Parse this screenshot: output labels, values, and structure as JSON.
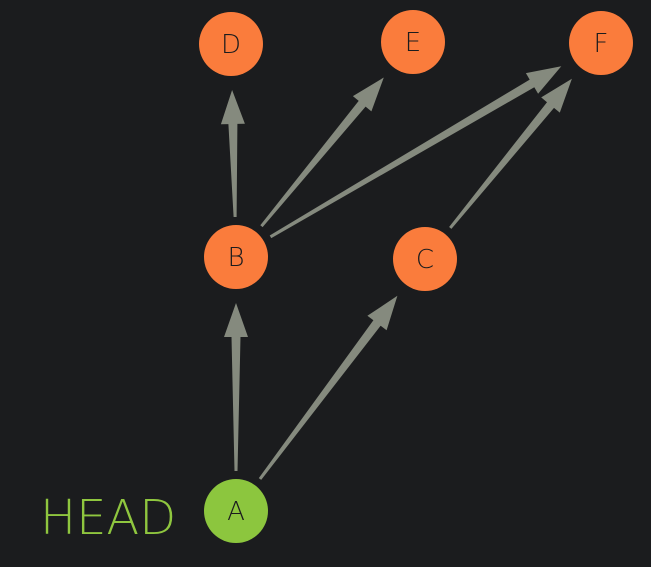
{
  "colors": {
    "background": "#1b1c1e",
    "commit": "#fa7c3c",
    "head_commit": "#8cc63e",
    "edge": "#858a7e",
    "head_label": "#8fc63f",
    "node_text": "#1b1c1e"
  },
  "head_label": "HEAD",
  "nodes": [
    {
      "id": "A",
      "label": "A",
      "is_head": true
    },
    {
      "id": "B",
      "label": "B",
      "is_head": false
    },
    {
      "id": "C",
      "label": "C",
      "is_head": false
    },
    {
      "id": "D",
      "label": "D",
      "is_head": false
    },
    {
      "id": "E",
      "label": "E",
      "is_head": false
    },
    {
      "id": "F",
      "label": "F",
      "is_head": false
    }
  ],
  "edges": [
    {
      "from": "A",
      "to": "B"
    },
    {
      "from": "A",
      "to": "C"
    },
    {
      "from": "B",
      "to": "D"
    },
    {
      "from": "B",
      "to": "E"
    },
    {
      "from": "B",
      "to": "F"
    },
    {
      "from": "C",
      "to": "F"
    }
  ]
}
